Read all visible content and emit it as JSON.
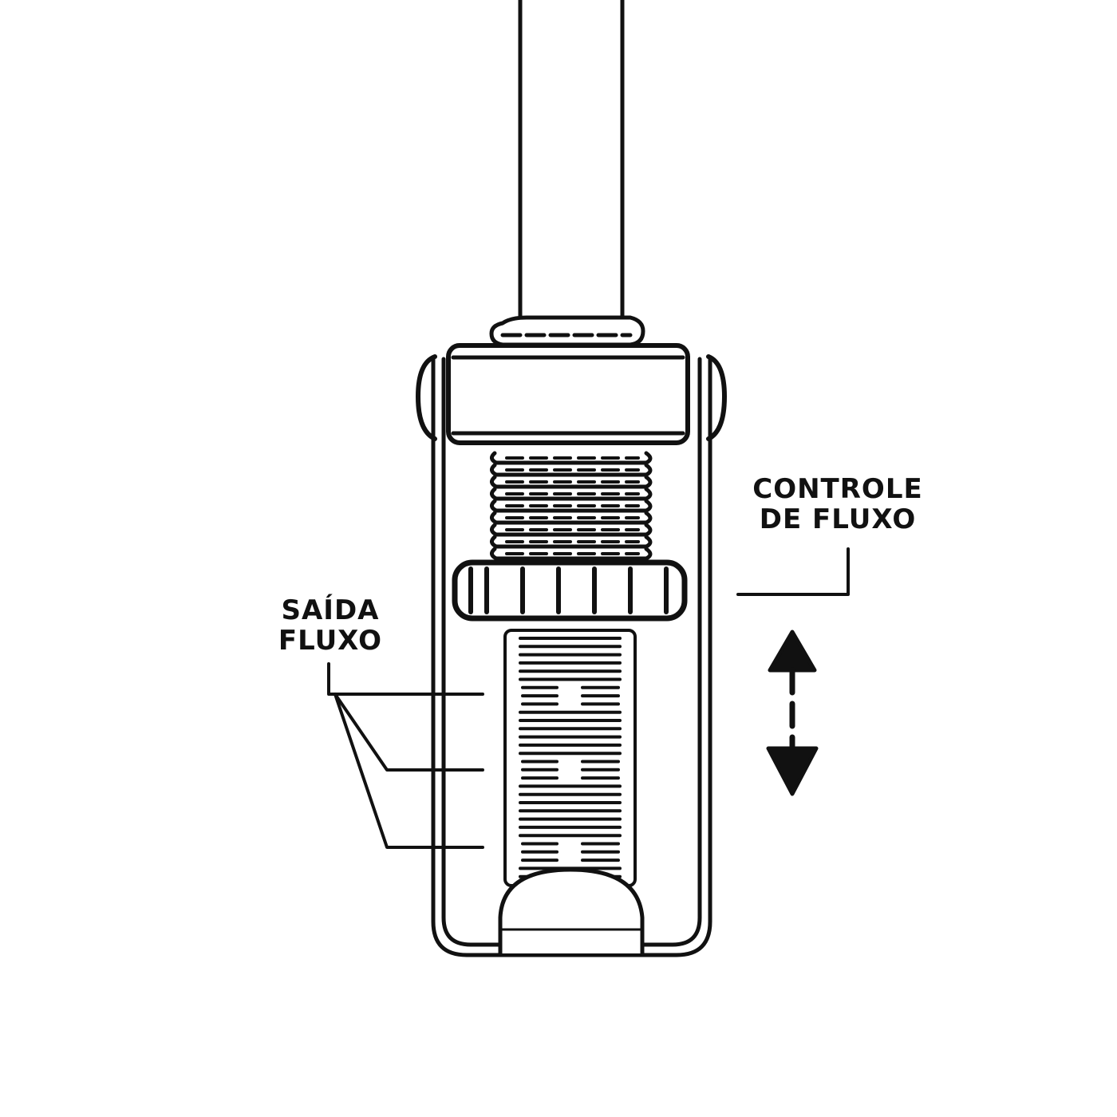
{
  "diagram": {
    "labels": {
      "flow_control": [
        "CONTROLE",
        "DE FLUXO"
      ],
      "flow_outlet": [
        "SAÍDA",
        "FLUXO"
      ]
    },
    "colors": {
      "stroke": "#111111",
      "background": "#ffffff"
    }
  }
}
